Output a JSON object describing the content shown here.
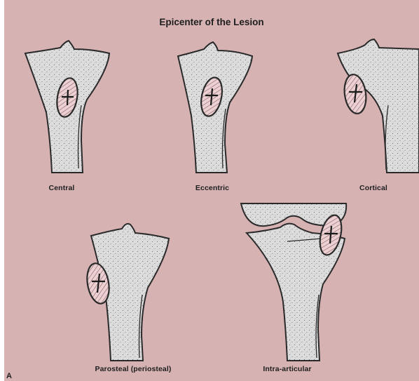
{
  "figure": {
    "title": "Epicenter of the Lesion",
    "panel_letter": "A",
    "lesion_types": [
      {
        "label": "Central"
      },
      {
        "label": "Eccentric"
      },
      {
        "label": "Cortical"
      },
      {
        "label": "Parosteal (periosteal)"
      },
      {
        "label": "Intra-articular"
      }
    ]
  },
  "colors": {
    "background": "#d6b2b3",
    "bone_fill": "#dcdcdc",
    "outline": "#2a2a2a",
    "lesion_fill": "#ecd0d2",
    "hatch": "#7a5a5e"
  }
}
